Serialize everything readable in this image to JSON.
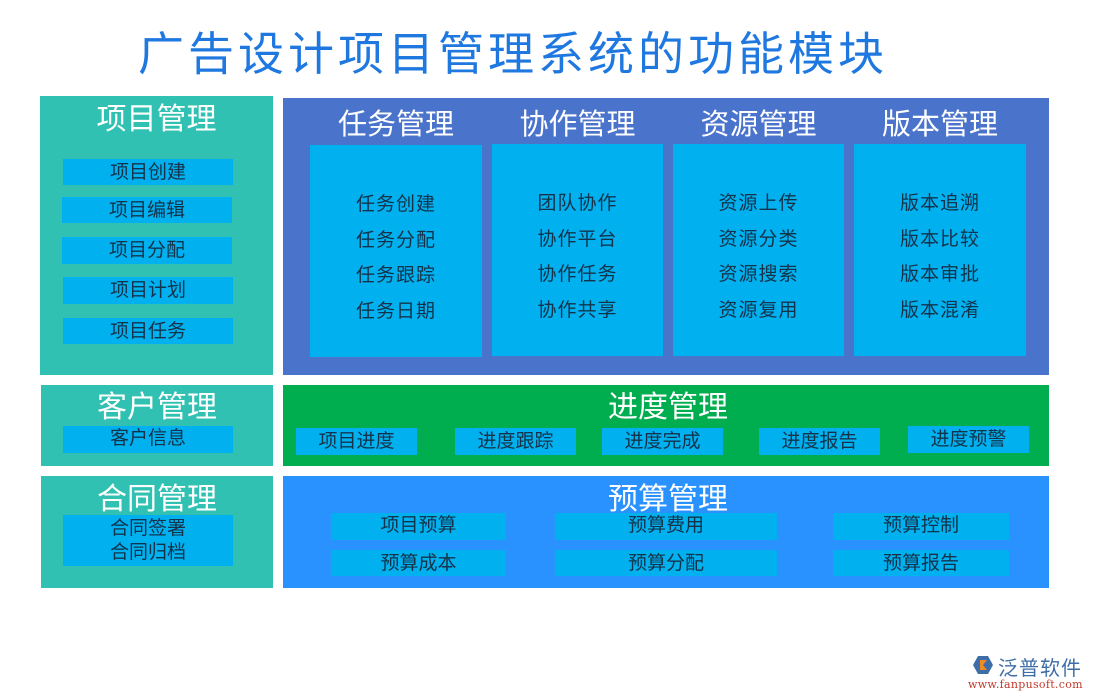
{
  "title": "广告设计项目管理系统的功能模块",
  "project_mgmt": {
    "title": "项目管理",
    "items": [
      "项目创建",
      "项目编辑",
      "项目分配",
      "项目计划",
      "项目任务"
    ]
  },
  "top_columns": [
    {
      "title": "任务管理",
      "items": [
        "任务创建",
        "任务分配",
        "任务跟踪",
        "任务日期"
      ]
    },
    {
      "title": "协作管理",
      "items": [
        "团队协作",
        "协作平台",
        "协作任务",
        "协作共享"
      ]
    },
    {
      "title": "资源管理",
      "items": [
        "资源上传",
        "资源分类",
        "资源搜索",
        "资源复用"
      ]
    },
    {
      "title": "版本管理",
      "items": [
        "版本追溯",
        "版本比较",
        "版本审批",
        "版本混淆"
      ]
    }
  ],
  "customer_mgmt": {
    "title": "客户管理",
    "items": [
      "客户信息"
    ]
  },
  "progress_mgmt": {
    "title": "进度管理",
    "items": [
      "项目进度",
      "进度跟踪",
      "进度完成",
      "进度报告",
      "进度预警"
    ]
  },
  "contract_mgmt": {
    "title": "合同管理",
    "items": [
      "合同签署",
      "合同归档"
    ]
  },
  "budget_mgmt": {
    "title": "预算管理",
    "items": [
      "项目预算",
      "预算费用",
      "预算控制",
      "预算成本",
      "预算分配",
      "预算报告"
    ]
  },
  "logo": {
    "name": "泛普软件",
    "url": "www.fanpusoft.com"
  },
  "colors": {
    "title": "#1f78e0",
    "teal_panel": "#31c1b2",
    "indigo_panel": "#4a73cc",
    "green_panel": "#00ad4f",
    "blue_panel": "#2a92ff",
    "chip": "#00b0ef"
  }
}
